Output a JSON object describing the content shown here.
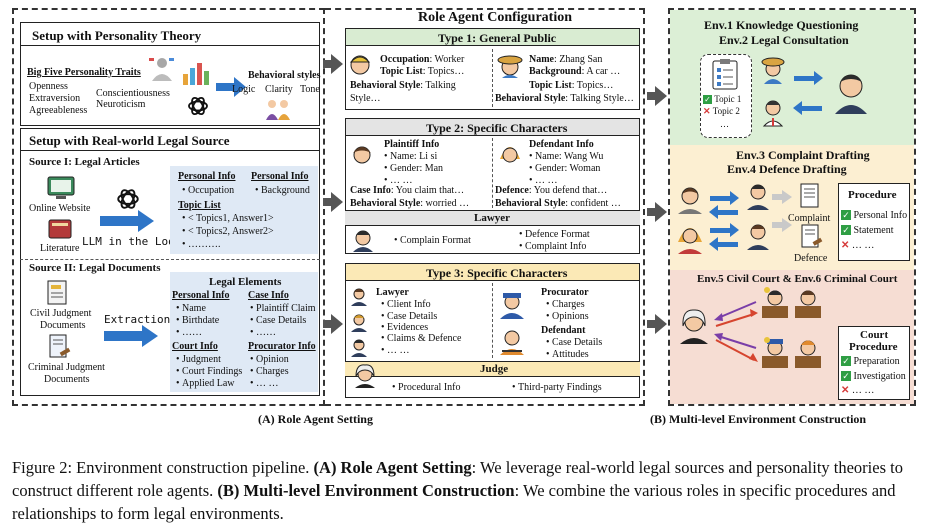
{
  "panel_a": {
    "caption": "(A) Role Agent Setting",
    "personality": {
      "title": "Setup with Personality Theory",
      "traits_title": "Big Five Personality Traits",
      "traits": [
        "Openness",
        "Conscientiousness",
        "Extraversion",
        "Neuroticism",
        "Agreeableness"
      ],
      "styles_title": "Behavioral styles",
      "styles": [
        "Logic",
        "Clarity",
        "Tone"
      ]
    },
    "legal": {
      "title": "Setup with Real-world Legal Source",
      "source1": {
        "title": "Source I: Legal Articles",
        "icons": [
          "Online Website",
          "Literature"
        ],
        "method": "LLM in the Loop",
        "personal_info_1": {
          "title": "Personal Info",
          "items": [
            "Occupation"
          ]
        },
        "personal_info_2": {
          "title": "Personal Info",
          "items": [
            "Background"
          ]
        },
        "topic_list": {
          "title": "Topic List",
          "items": [
            "< Topics1, Answer1>",
            "< Topics2, Answer2>",
            "………."
          ]
        }
      },
      "source2": {
        "title": "Source II: Legal Documents",
        "icons": [
          "Civil Judgment Documents",
          "Criminal Judgment Documents"
        ],
        "method": "Extraction",
        "elements_title": "Legal Elements",
        "groups": [
          {
            "title": "Personal Info",
            "items": [
              "Name",
              "Birthdate",
              "……"
            ]
          },
          {
            "title": "Case Info",
            "items": [
              "Plaintiff Claim",
              "Case Details",
              "……"
            ]
          },
          {
            "title": "Court Info",
            "items": [
              "Judgment",
              "Court Findings",
              "Applied Law"
            ]
          },
          {
            "title": "Procurator Info",
            "items": [
              "Opinion",
              "Charges",
              "… …"
            ]
          }
        ]
      }
    }
  },
  "config": {
    "title": "Role Agent Configuration",
    "type1": {
      "title": "Type 1: General Public",
      "left": [
        [
          "Occupation",
          ": Worker"
        ],
        [
          "Topic List",
          ": Topics…"
        ],
        [
          "Behavioral Style",
          ": Talking"
        ],
        [
          "",
          "Style…"
        ]
      ],
      "right": [
        [
          "Name",
          ": Zhang San"
        ],
        [
          "Background",
          ": A car …"
        ],
        [
          "Topic List",
          ": Topics…"
        ],
        [
          "Behavioral Style",
          ": Talking Style…"
        ]
      ]
    },
    "type2": {
      "title": "Type 2: Specific Characters",
      "plaintiff": {
        "title": "Plaintiff Info",
        "items": [
          "Name: Li si",
          "Gender: Man",
          "… …"
        ]
      },
      "defendant": {
        "title": "Defendant Info",
        "items": [
          "Name: Wang Wu",
          "Gender: Woman",
          "… …"
        ]
      },
      "case_info": [
        "Case Info",
        ": You claim that…"
      ],
      "defence": [
        "Defence",
        ": You defend that…"
      ],
      "style_left": [
        "Behavioral Style",
        ": worried …"
      ],
      "style_right": [
        "Behavioral Style",
        ": confident …"
      ],
      "lawyer_title": "Lawyer",
      "lawyer_items": [
        "Complain Format",
        "Defence Format",
        "Complaint Info"
      ]
    },
    "type3": {
      "title": "Type 3: Specific Characters",
      "lawyer": {
        "title": "Lawyer",
        "items": [
          "Client Info",
          "Case Details",
          "Evidences",
          "Claims & Defence",
          "… …"
        ]
      },
      "procurator": {
        "title": "Procurator",
        "items": [
          "Charges",
          "Opinions"
        ]
      },
      "defendant": {
        "title": "Defendant",
        "items": [
          "Case Details",
          "Attitudes"
        ]
      },
      "judge_title": "Judge",
      "judge_items": [
        "Procedural Info",
        "Third-party Findings"
      ]
    }
  },
  "panel_b": {
    "caption": "(B) Multi-level Environment Construction",
    "env12": {
      "title1": "Env.1 Knowledge Questioning",
      "title2": "Env.2 Legal Consultation",
      "topics": [
        "Topic 1",
        "Topic 2",
        "…"
      ]
    },
    "env34": {
      "title1": "Env.3  Complaint Drafting",
      "title2": "Env.4  Defence Drafting",
      "labels": [
        "Complaint",
        "Defence"
      ],
      "procedure_title": "Procedure",
      "procedure_items": [
        "Personal Info",
        "Statement",
        "… …"
      ]
    },
    "env56": {
      "title": "Env.5 Civil Court & Env.6 Criminal Court",
      "procedure_title1": "Court",
      "procedure_title2": "Procedure",
      "procedure_items": [
        "Preparation",
        "Investigation",
        "… …"
      ]
    }
  },
  "caption": {
    "prefix": "Figure 2: Environment construction pipeline. ",
    "a_label": "(A) Role Agent Setting",
    "a_text": ": We leverage real-world legal sources and personality theories to construct different role agents. ",
    "b_label": "(B) Multi-level Environment Construction",
    "b_text": ": We combine the various roles in specific procedures and relationships to form legal environments."
  },
  "colors": {
    "green": "#d9ecd2",
    "gray": "#e4e4e4",
    "yellow": "#fbe9b6",
    "blue": "#dfe9f5",
    "env_green": "#dcefd6",
    "env_yellow": "#fcefd2",
    "env_red": "#f6ddd3",
    "arrow_blue": "#2e75c7"
  }
}
